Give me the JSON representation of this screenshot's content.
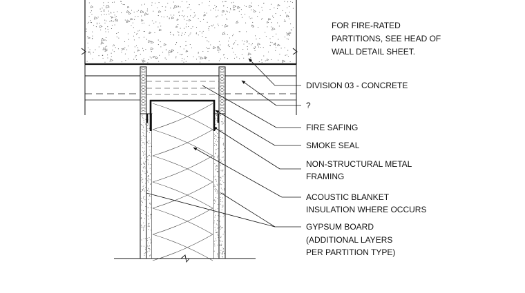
{
  "note": {
    "lines": [
      "FOR FIRE-RATED",
      "PARTITIONS, SEE HEAD OF",
      "WALL DETAIL SHEET."
    ]
  },
  "callouts": [
    {
      "id": "concrete",
      "lines": [
        "DIVISION 03 - CONCRETE"
      ]
    },
    {
      "id": "unknown",
      "lines": [
        "?"
      ]
    },
    {
      "id": "fire-safing",
      "lines": [
        "FIRE SAFING"
      ]
    },
    {
      "id": "smoke-seal",
      "lines": [
        "SMOKE SEAL"
      ]
    },
    {
      "id": "framing",
      "lines": [
        "NON-STRUCTURAL METAL",
        "FRAMING"
      ]
    },
    {
      "id": "insulation",
      "lines": [
        "ACOUSTIC BLANKET",
        "INSULATION WHERE OCCURS"
      ]
    },
    {
      "id": "gypsum",
      "lines": [
        "GYPSUM BOARD",
        "(ADDITIONAL LAYERS",
        "PER PARTITION TYPE)"
      ]
    }
  ],
  "colors": {
    "line": "#111111",
    "fill": "#ffffff",
    "stipple": "#555555"
  }
}
